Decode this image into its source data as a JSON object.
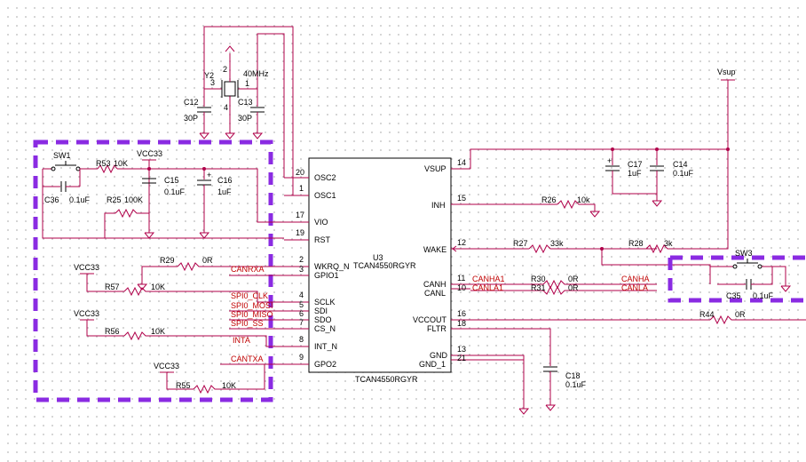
{
  "ic": {
    "designator": "U3",
    "part": "TCAN4550RGYR",
    "footer": "TCAN4550RGYR",
    "pins_left": [
      {
        "num": "20",
        "name": "OSC2"
      },
      {
        "num": "1",
        "name": "OSC1"
      },
      {
        "num": "17",
        "name": "VIO"
      },
      {
        "num": "19",
        "name": "RST"
      },
      {
        "num": "2",
        "name": "WKRQ_N"
      },
      {
        "num": "3",
        "name": "GPIO1"
      },
      {
        "num": "4",
        "name": "SCLK"
      },
      {
        "num": "5",
        "name": "SDI"
      },
      {
        "num": "6",
        "name": "SDO"
      },
      {
        "num": "7",
        "name": "CS_N"
      },
      {
        "num": "8",
        "name": "INT_N"
      },
      {
        "num": "9",
        "name": "GPO2"
      }
    ],
    "pins_right": [
      {
        "num": "14",
        "name": "VSUP"
      },
      {
        "num": "15",
        "name": "INH"
      },
      {
        "num": "12",
        "name": "WAKE"
      },
      {
        "num": "11",
        "name": "CANH"
      },
      {
        "num": "10",
        "name": "CANL"
      },
      {
        "num": "16",
        "name": "VCCOUT"
      },
      {
        "num": "18",
        "name": "FLTR"
      },
      {
        "num": "13",
        "name": "GND"
      },
      {
        "num": "21",
        "name": "GND_1"
      }
    ]
  },
  "crystal": {
    "ref": "Y2",
    "value": "40MHz",
    "pin1": "1",
    "pin2": "2",
    "pin3": "3",
    "pin4": "4"
  },
  "components": {
    "c12": {
      "ref": "C12",
      "value": "30P"
    },
    "c13": {
      "ref": "C13",
      "value": "30P"
    },
    "sw1": {
      "ref": "SW1"
    },
    "r53": {
      "ref": "R53",
      "value": "10K"
    },
    "c36": {
      "ref": "C36",
      "value": "0.1uF"
    },
    "r25": {
      "ref": "R25",
      "value": "100K"
    },
    "c15": {
      "ref": "C15",
      "value": "0.1uF"
    },
    "c16": {
      "ref": "C16",
      "value": "1uF"
    },
    "r29": {
      "ref": "R29",
      "value": "0R"
    },
    "r57": {
      "ref": "R57",
      "value": "10K"
    },
    "r56": {
      "ref": "R56",
      "value": "10K"
    },
    "r55": {
      "ref": "R55",
      "value": "10K"
    },
    "c17": {
      "ref": "C17",
      "value": "1uF"
    },
    "c14": {
      "ref": "C14",
      "value": "0.1uF"
    },
    "r26": {
      "ref": "R26",
      "value": "10k"
    },
    "r27": {
      "ref": "R27",
      "value": "33k"
    },
    "r28": {
      "ref": "R28",
      "value": "3k"
    },
    "sw3": {
      "ref": "SW3"
    },
    "c35": {
      "ref": "C35",
      "value": "0.1uF"
    },
    "r30": {
      "ref": "R30",
      "value": "0R"
    },
    "r31": {
      "ref": "R31",
      "value": "0R"
    },
    "r44": {
      "ref": "R44",
      "value": "0R"
    },
    "c18": {
      "ref": "C18",
      "value": "0.1uF"
    }
  },
  "power": {
    "vcc33": "VCC33",
    "vsup": "Vsup"
  },
  "nets": {
    "canrxa": "CANRXA",
    "spi_clk": "SPI0_CLK",
    "spi_mosi": "SPI0_MOSI",
    "spi_miso": "SPI0_MISO",
    "spi_ss": "SPI0_SS",
    "inta": "INTA",
    "cantxa": "CANTXA",
    "canha1": "CANHA1",
    "canla1": "CANLA1",
    "canha": "CANHA",
    "canla": "CANLA"
  },
  "colors": {
    "wire": "#b0004a",
    "net_label": "#c00000",
    "highlight": "#8a2be2"
  }
}
